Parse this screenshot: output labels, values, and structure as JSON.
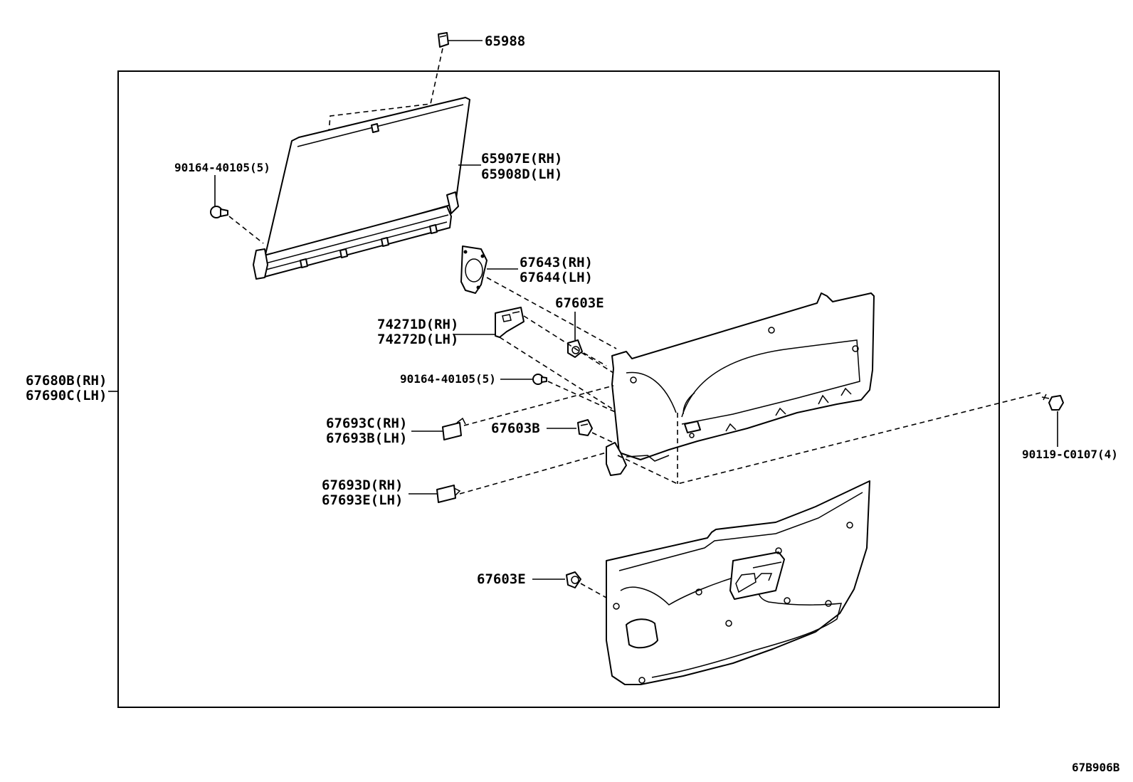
{
  "diagram_code": "67B906B",
  "labels": {
    "p65988": "65988",
    "p65907e": "65907E(RH)",
    "p65908d": "65908D(LH)",
    "p90164_top": "90164-40105(5)",
    "p67643": "67643(RH)",
    "p67644": "67644(LH)",
    "p67603e_mid": "67603E",
    "p74271d": "74271D(RH)",
    "p74272d": "74272D(LH)",
    "p90164_mid": "90164-40105(5)",
    "p67680b": "67680B(RH)",
    "p67690c": "67690C(LH)",
    "p67693c": "67693C(RH)",
    "p67693b": "67693B(LH)",
    "p67603b": "67603B",
    "p90119": "90119-C0107(4)",
    "p67693d": "67693D(RH)",
    "p67693e": "67693E(LH)",
    "p67603e_low": "67603E"
  }
}
